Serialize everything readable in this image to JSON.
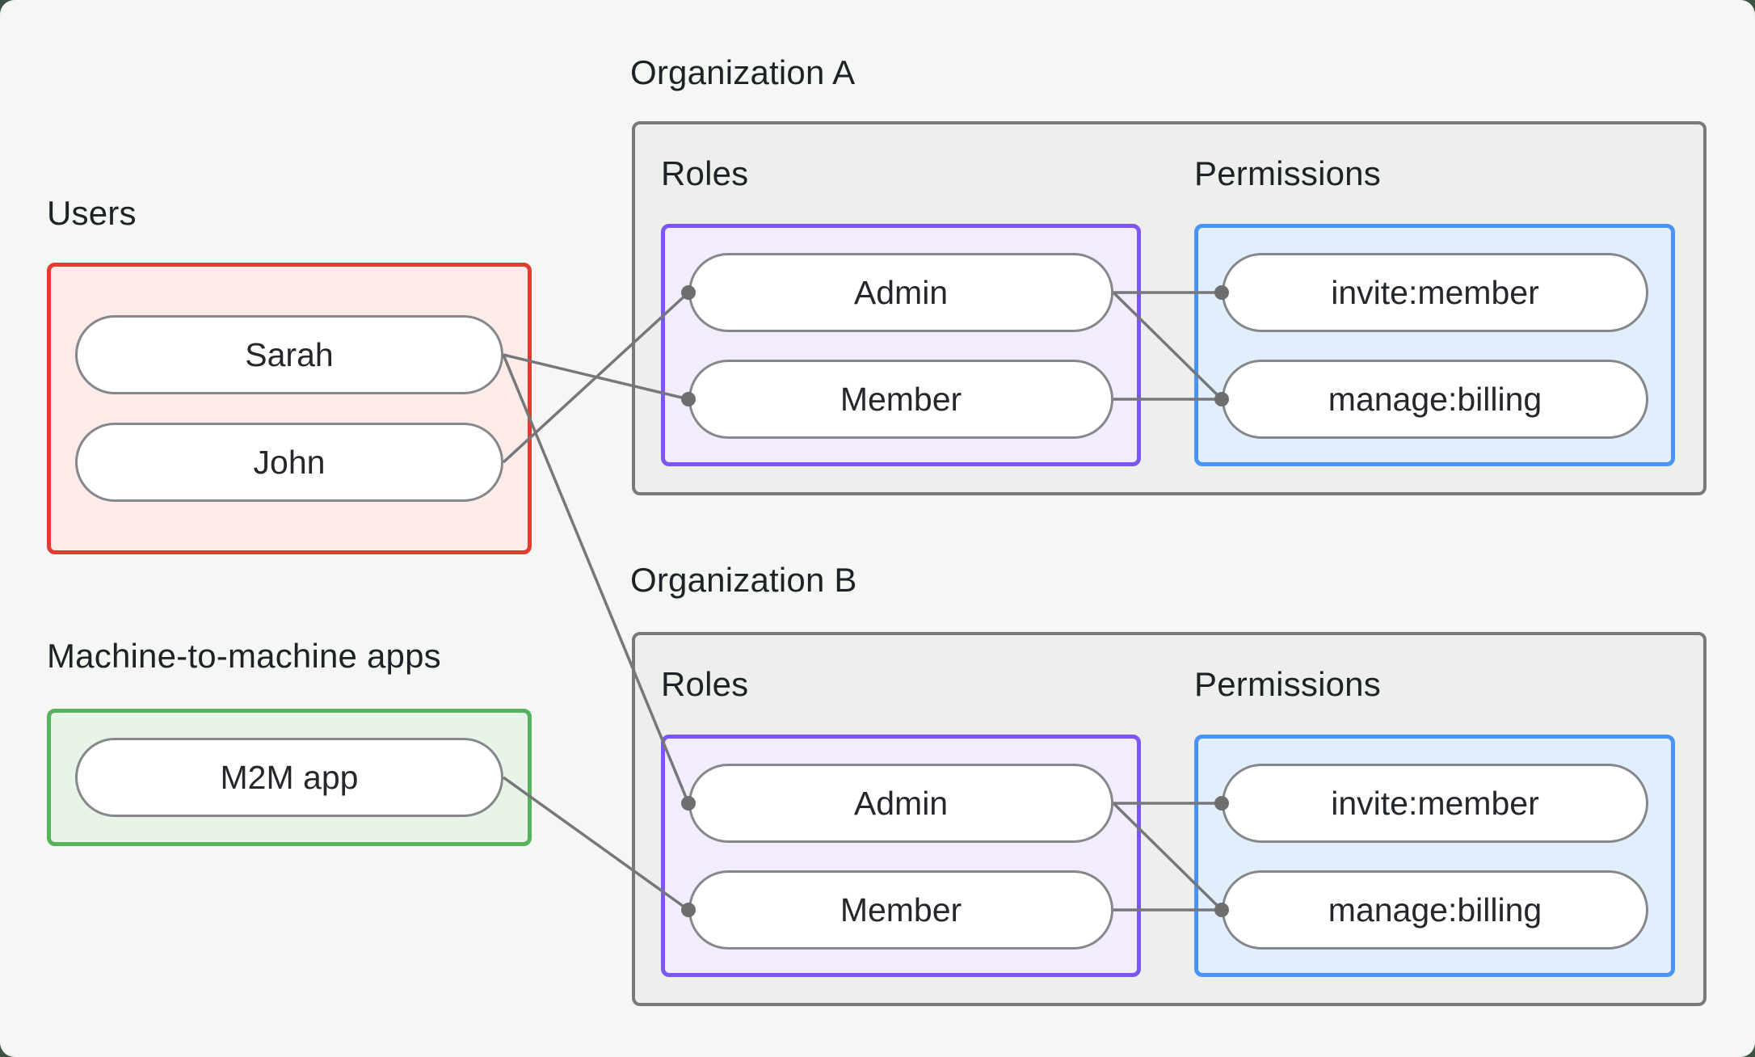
{
  "users_group": {
    "label": "Users",
    "items": [
      "Sarah",
      "John"
    ]
  },
  "m2m_group": {
    "label": "Machine-to-machine apps",
    "items": [
      "M2M app"
    ]
  },
  "org_a": {
    "label": "Organization A",
    "roles": {
      "label": "Roles",
      "items": [
        "Admin",
        "Member"
      ]
    },
    "permissions": {
      "label": "Permissions",
      "items": [
        "invite:member",
        "manage:billing"
      ]
    }
  },
  "org_b": {
    "label": "Organization B",
    "roles": {
      "label": "Roles",
      "items": [
        "Admin",
        "Member"
      ]
    },
    "permissions": {
      "label": "Permissions",
      "items": [
        "invite:member",
        "manage:billing"
      ]
    }
  },
  "connections": [
    {
      "from": "Sarah",
      "to": "Organization A / Member"
    },
    {
      "from": "Sarah",
      "to": "Organization B / Admin"
    },
    {
      "from": "John",
      "to": "Organization A / Admin"
    },
    {
      "from": "M2M app",
      "to": "Organization B / Member"
    },
    {
      "from": "Organization A / Admin",
      "to": "Organization A / invite:member"
    },
    {
      "from": "Organization A / Admin",
      "to": "Organization A / manage:billing"
    },
    {
      "from": "Organization A / Member",
      "to": "Organization A / manage:billing"
    },
    {
      "from": "Organization B / Admin",
      "to": "Organization B / invite:member"
    },
    {
      "from": "Organization B / Admin",
      "to": "Organization B / manage:billing"
    },
    {
      "from": "Organization B / Member",
      "to": "Organization B / manage:billing"
    }
  ],
  "colors": {
    "canvas_bg": "#f4f7f4",
    "outer_bg": "#3c5243",
    "org_box_fill": "#ecefec",
    "org_box_border": "#787a78",
    "users_fill": "#fcebe9",
    "users_border": "#e23c32",
    "m2m_fill": "#e8f4e7",
    "m2m_border": "#56b25c",
    "roles_fill": "#f2ecfc",
    "roles_border": "#7b56f2",
    "permissions_fill": "#e1effc",
    "permissions_border": "#4894f6",
    "connector_line": "#75777a",
    "connector_dot": "#6c6e70",
    "node_fill": "#ffffff",
    "node_border": "#85878a",
    "text": "#1e2226"
  }
}
